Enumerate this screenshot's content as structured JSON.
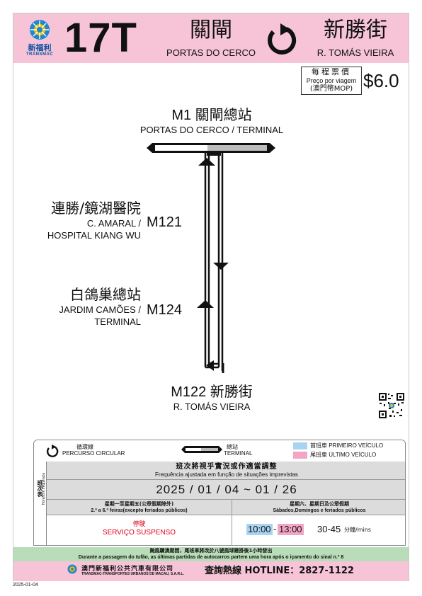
{
  "header": {
    "logo_cn": "新福利",
    "logo_en": "TRANSMAC",
    "route_number": "17T",
    "origin_cn": "關閘",
    "origin_pt": "PORTAS DO CERCO",
    "destination_cn": "新勝街",
    "destination_pt": "R. TOMÁS VIEIRA",
    "circular_icon": "circular-route-icon"
  },
  "fare": {
    "label_cn": "每程票價",
    "label_pt": "Preço por viagem",
    "unit": "(澳門幣MOP)",
    "price": "$6.0"
  },
  "stops": [
    {
      "code": "M1",
      "name_cn": "關閘總站",
      "name_pt": "PORTAS DO CERCO / TERMINAL"
    },
    {
      "code": "M121",
      "name_cn": "連勝/鏡湖醫院",
      "name_pt_1": "C. AMARAL /",
      "name_pt_2": "HOSPITAL KIANG WU"
    },
    {
      "code": "M124",
      "name_cn": "白鴿巢總站",
      "name_pt_1": "JARDIM CAMÕES /",
      "name_pt_2": "TERMINAL"
    },
    {
      "code": "M122",
      "name_cn": "新勝街",
      "name_pt": "R. TOMÁS VIEIRA"
    }
  ],
  "legend": {
    "circular_cn": "循環線",
    "circular_pt": "PERCURSO CIRCULAR",
    "terminal_cn": "總站",
    "terminal_pt": "TERMINAL",
    "first_cn": "首班車",
    "first_pt": "PRIMEIRO VEÍCULO",
    "last_cn": "尾班車",
    "last_pt": "ÚLTIMO VEÍCULO",
    "first_color": "#a8d4f2",
    "last_color": "#f2a6c6"
  },
  "timetable": {
    "side_cn": "班次表",
    "side_pt": "Horário e frequência",
    "notice_cn": "班次將視乎實況或作適當調整",
    "notice_pt": "Frequência ajustada em função de situações imprevistas",
    "date_range": "2025 / 01 / 04 ~ 01 / 26",
    "weekday_cn": "星期一至星期五(公眾假期除外)",
    "weekday_pt": "2.ª a 6.ª feiras(excepto feriados públicos)",
    "weekend_cn": "星期六、星期日及公眾假期",
    "weekend_pt": "Sábados,Domingos e feriados públicos",
    "suspended_cn": "停駛",
    "suspended_pt": "SERVIÇO SUSPENSO",
    "first_time": "10:00",
    "last_time": "13:00",
    "interval": "30-45",
    "interval_unit": "分鐘/mins"
  },
  "typhoon_notice": {
    "cn": "颱風驟澳期間，尾班車將改於八號風球懸掛後1小時發出",
    "pt": "Durante a passagem do tufão, as últimas partidas de autocarros partem uma hora após o içamento do sinal n.º 8"
  },
  "footer": {
    "company_cn": "澳門新福利公共汽車有限公司",
    "company_pt": "TRANSMAC-TRANSPORTES URBANOS DE MACAU, S.A.R.L.",
    "hotline": "查詢熱線 HOTLINE：2827-1122"
  },
  "print_date": "2025-01-04",
  "colors": {
    "header_pink": "#f6c4d6",
    "brand_blue": "#0b4fa3",
    "suspended_red": "#e0001b",
    "notice_green": "#b8ddb8"
  }
}
